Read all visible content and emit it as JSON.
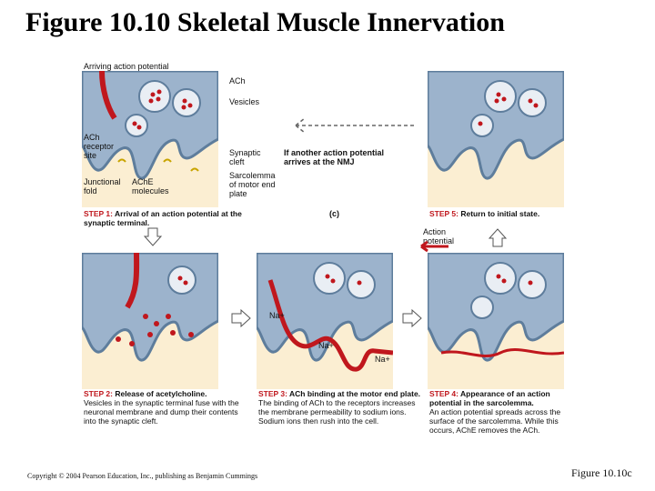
{
  "title": "Figure 10.10  Skeletal Muscle Innervation",
  "labels": {
    "arriving": "Arriving action potential",
    "ach": "ACh",
    "vesicles": "Vesicles",
    "receptor": "ACh receptor site",
    "junctional": "Junctional fold",
    "ache": "AChE molecules",
    "cleft": "Synaptic cleft",
    "sarcolemma": "Sarcolemma of motor end plate",
    "if_another": "If another action potential arrives at the NMJ",
    "c": "(c)",
    "action_potential": "Action potential",
    "na1": "Na+",
    "na2": "Na+",
    "na3": "Na+"
  },
  "steps": {
    "s1_head": "STEP 1:",
    "s1_title": " Arrival of an action potential at the synaptic terminal.",
    "s2_head": "STEP 2:",
    "s2_title": " Release of acetylcholine.",
    "s2_desc": "Vesicles in the synaptic terminal fuse with the neuronal membrane and dump their contents into the synaptic cleft.",
    "s3_head": "STEP 3:",
    "s3_title": " ACh binding at the motor end plate.",
    "s3_desc": "The binding of ACh to the receptors increases the membrane permeability to sodium ions. Sodium ions then rush into the cell.",
    "s4_head": "STEP 4:",
    "s4_title": " Appearance of an action potential in the sarcolemma.",
    "s4_desc": "An action potential spreads across the surface of the sarcolemma. While this occurs, AChE removes the ACh.",
    "s5_head": "STEP 5:",
    "s5_title": " Return to initial state."
  },
  "footer": {
    "copyright": "Copyright © 2004 Pearson Education, Inc., publishing as Benjamin Cummings",
    "figure_ref": "Figure 10.10c"
  },
  "colors": {
    "terminal": "#9cb3cc",
    "muscle": "#fbeed2",
    "membrane_red": "#c0171d",
    "vesicle_fill": "#e9eef4",
    "ach_dot": "#c0171d"
  }
}
